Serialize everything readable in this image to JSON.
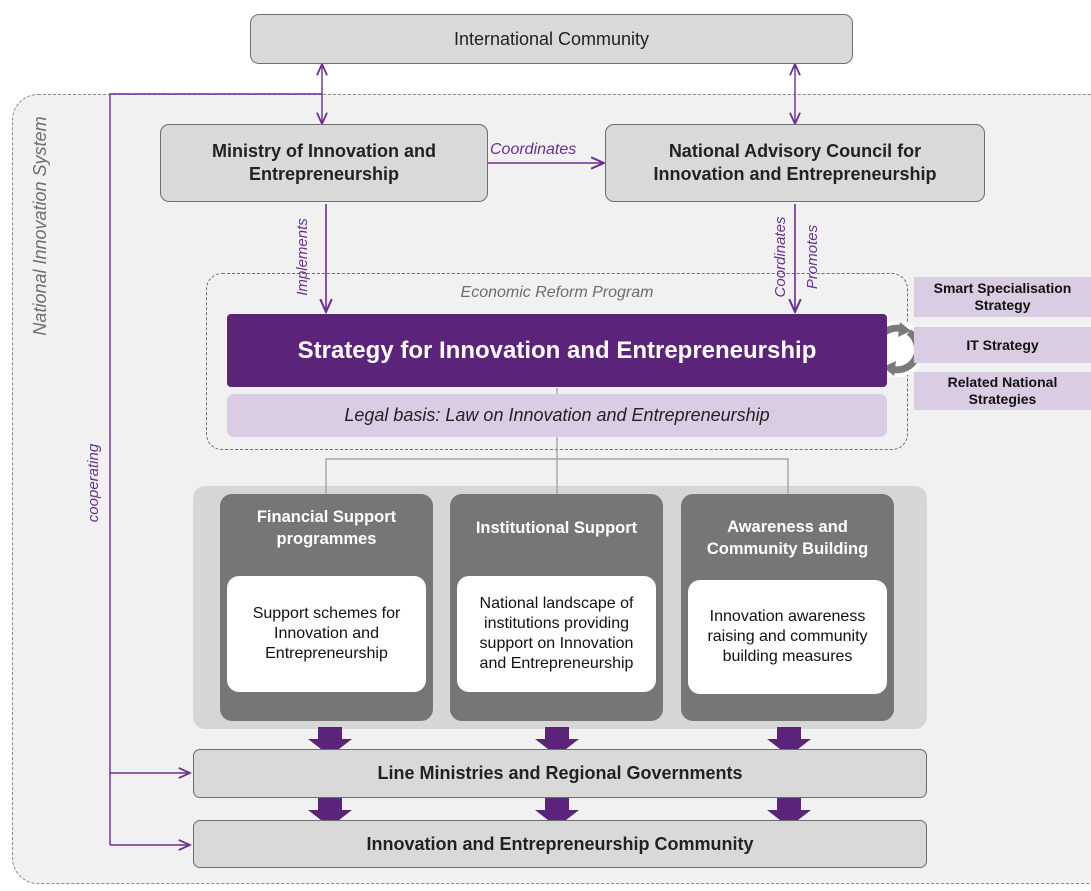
{
  "system": {
    "label": "National Innovation System"
  },
  "nodes": {
    "international": "International Community",
    "ministry": "Ministry of Innovation and Entrepreneurship",
    "council": "National Advisory Council for Innovation and Entrepreneurship",
    "program": "Economic Reform Program",
    "strategy": "Strategy for Innovation and Entrepreneurship",
    "legal": "Legal basis: Law on Innovation and Entrepreneurship",
    "line_ministries": "Line Ministries and Regional Governments",
    "community": "Innovation and Entrepreneurship Community"
  },
  "edges": {
    "coordinates": "Coordinates",
    "implements": "Implements",
    "coordinates_down": "Coordinates",
    "promotes": "Promotes",
    "cooperating": "cooperating"
  },
  "side_strategies": [
    "Smart Specialisation Strategy",
    "IT Strategy",
    "Related National Strategies"
  ],
  "pillars": [
    {
      "title": "Financial Support programmes",
      "body": "Support schemes for Innovation and Entrepreneurship"
    },
    {
      "title": "Institutional Support",
      "body": "National landscape of institutions providing support on Innovation and Entrepreneurship"
    },
    {
      "title": "Awareness and Community Building",
      "body": "Innovation awareness raising and community building  measures"
    }
  ],
  "colors": {
    "purple": "#5b2379",
    "light_purple": "#d9cce3",
    "gray": "#d9d9d9",
    "dark_gray": "#767676"
  }
}
